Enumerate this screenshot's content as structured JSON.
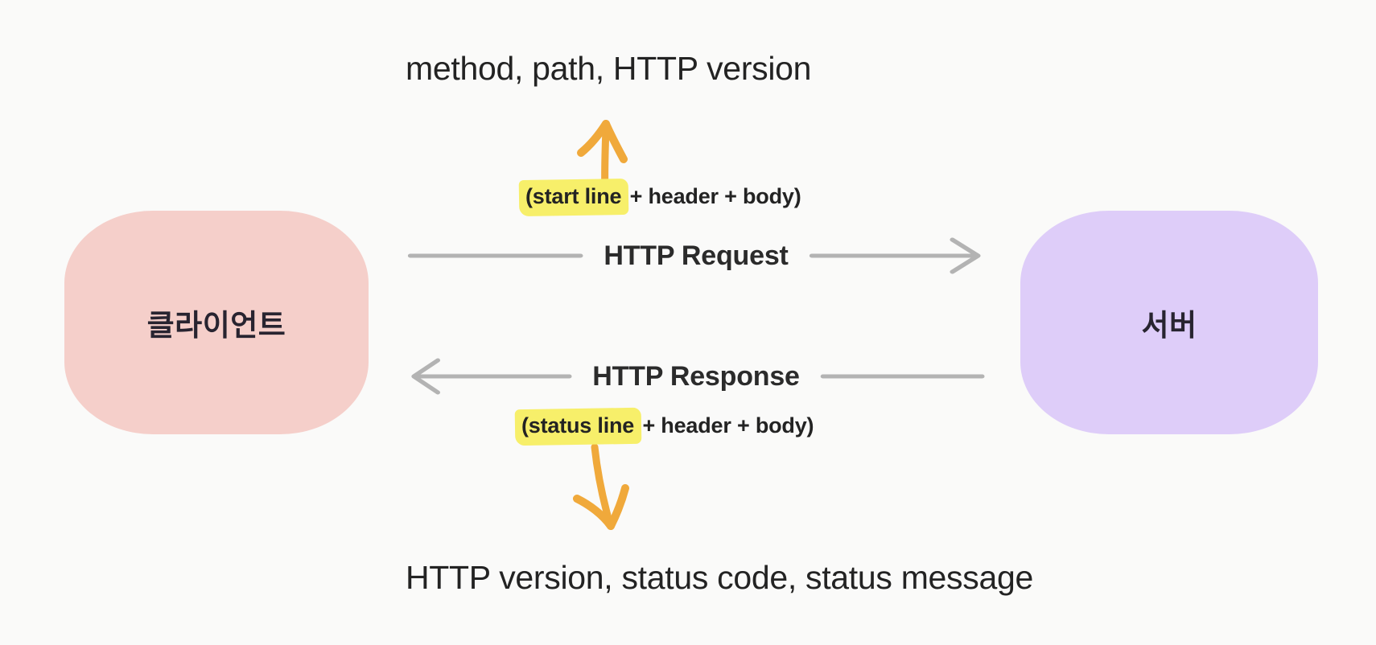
{
  "diagram": {
    "title_top": "method, path, HTTP version",
    "title_bottom": "HTTP version, status code, status message",
    "nodes": {
      "client": {
        "label": "클라이언트",
        "color": "#F5CFCA"
      },
      "server": {
        "label": "서버",
        "color": "#DECDF9"
      }
    },
    "flows": [
      {
        "label": "HTTP Request",
        "direction": "client-to-server",
        "arrow_side": "right",
        "line_color": "#B3B3B3"
      },
      {
        "label": "HTTP Response",
        "direction": "server-to-client",
        "arrow_side": "left",
        "line_color": "#B3B3B3"
      }
    ],
    "annotations": [
      {
        "highlighted": "(start line",
        "rest": " + header + body)",
        "highlight_color": "#F7EF6A",
        "arrow": "up-arrow",
        "arrow_color": "#F0A93B"
      },
      {
        "highlighted": "(status line",
        "rest": " + header + body)",
        "highlight_color": "#F7EF6A",
        "arrow": "down-arrow",
        "arrow_color": "#F0A93B"
      }
    ],
    "background_color": "#FAFAF9",
    "text_color": "#232323"
  }
}
